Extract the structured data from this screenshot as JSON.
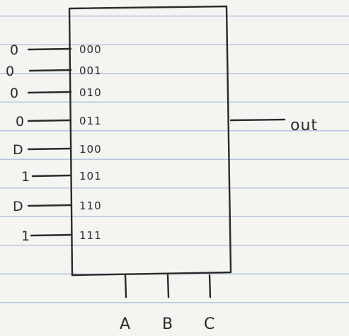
{
  "mux": {
    "output_label": "out",
    "input_lines": [
      {
        "index": "000",
        "value": "0"
      },
      {
        "index": "001",
        "value": "0"
      },
      {
        "index": "010",
        "value": "0"
      },
      {
        "index": "011",
        "value": "0"
      },
      {
        "index": "100",
        "value": "D"
      },
      {
        "index": "101",
        "value": "1"
      },
      {
        "index": "110",
        "value": "D"
      },
      {
        "index": "111",
        "value": "1"
      }
    ],
    "select_lines": [
      "A",
      "B",
      "C"
    ]
  },
  "colors": {
    "paper": "#f4f4f1",
    "rule_lines": "#b9c6e0",
    "ink": "#2a2a2a"
  }
}
